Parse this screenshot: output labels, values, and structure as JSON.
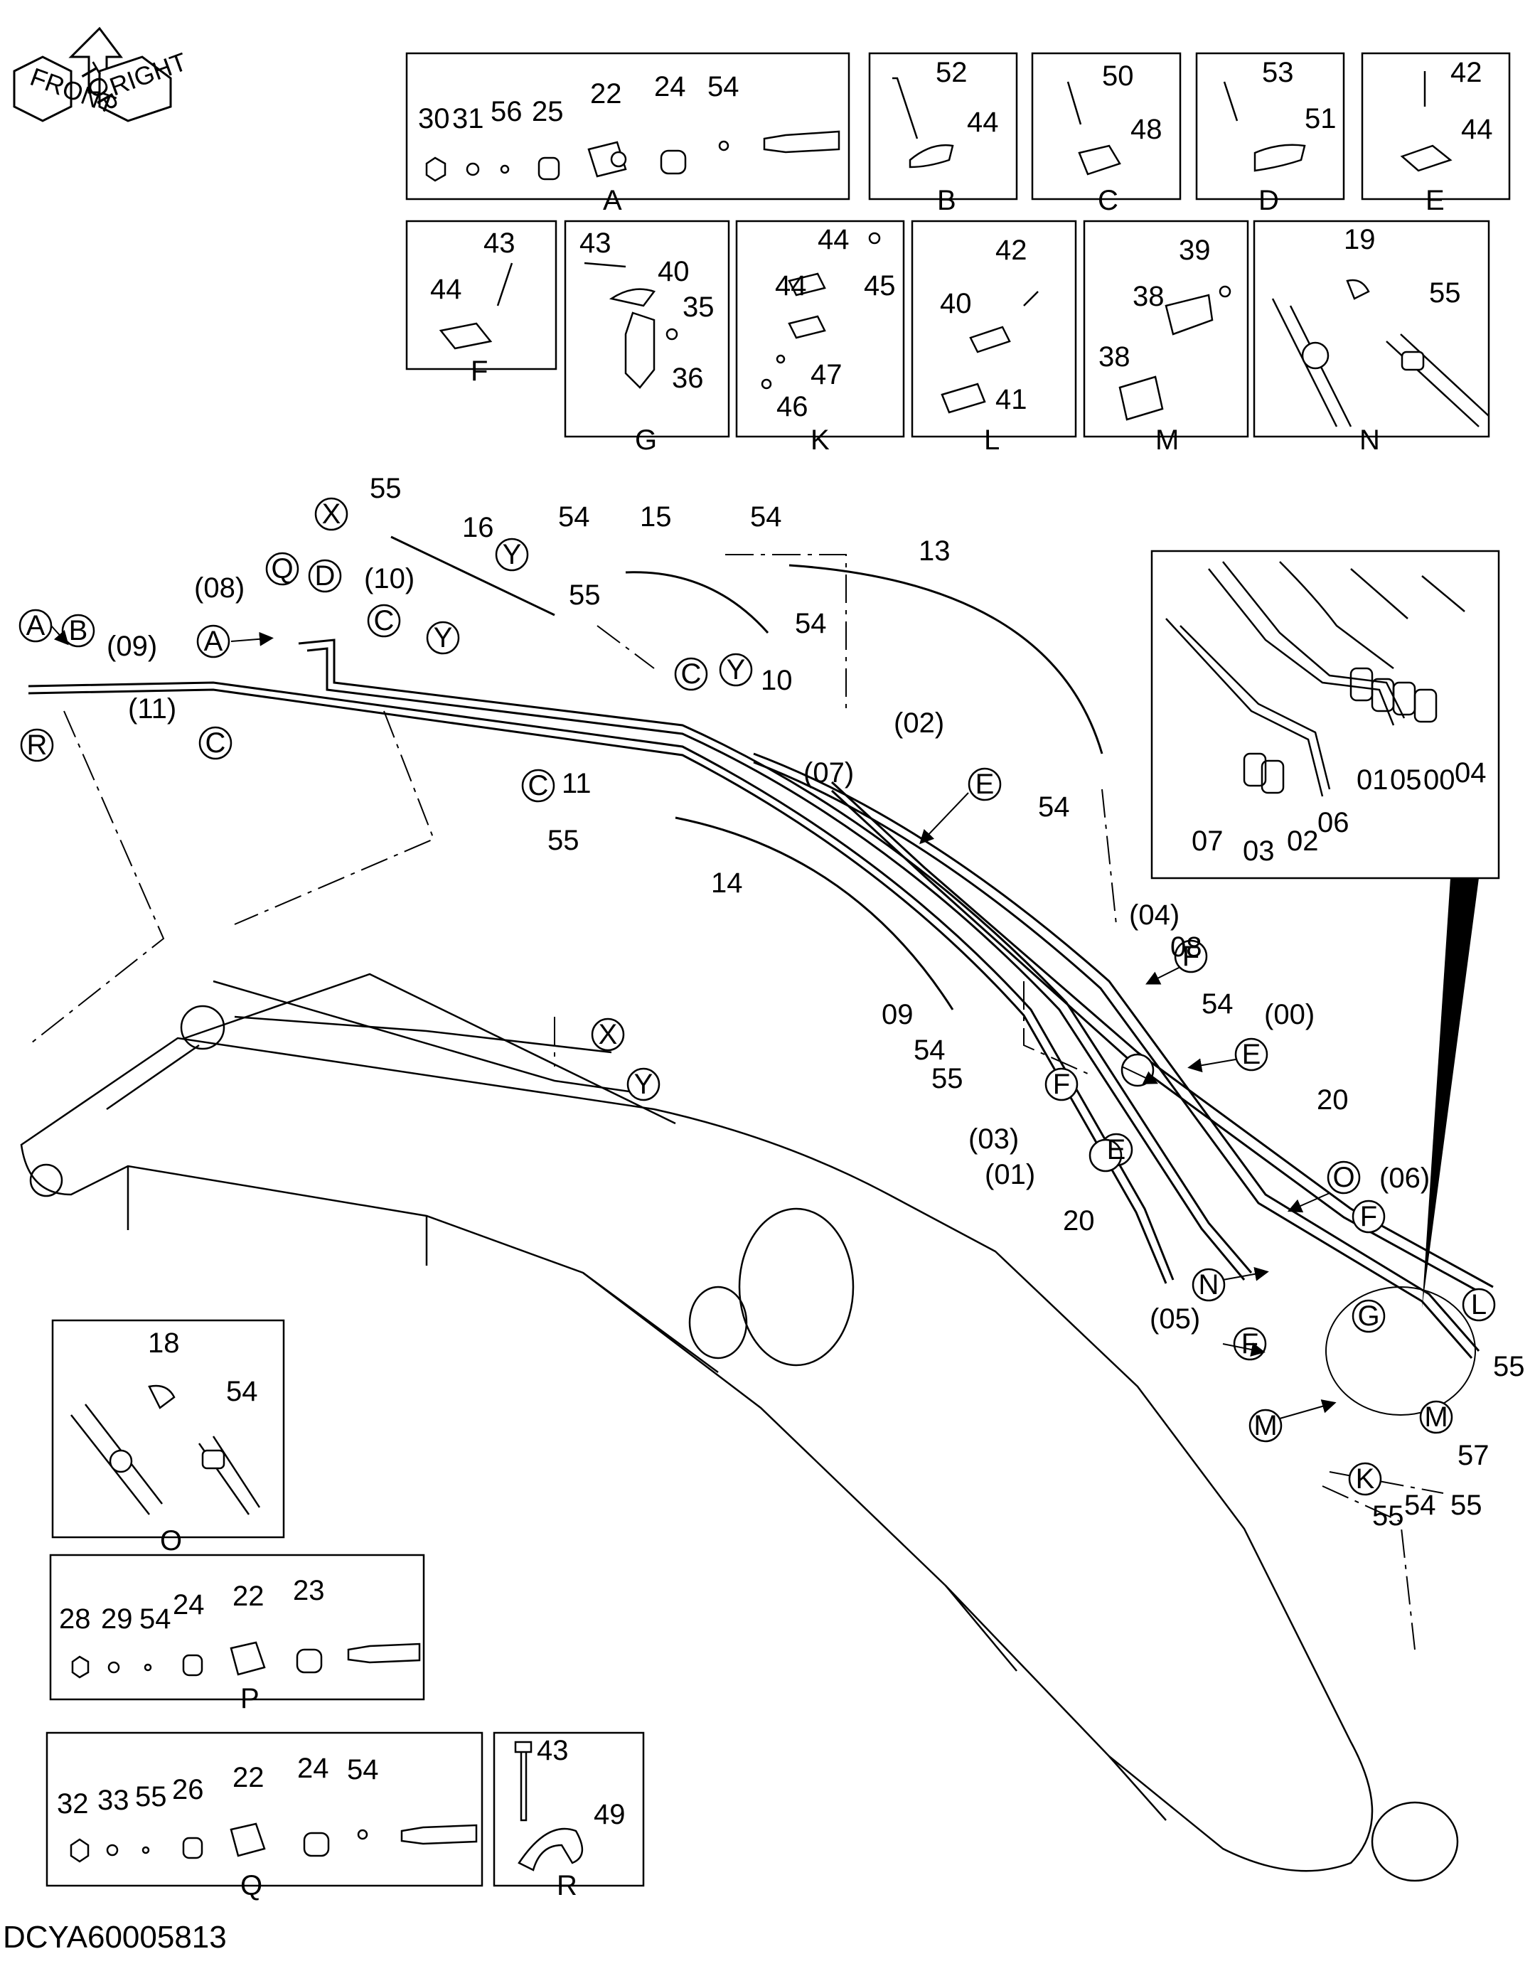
{
  "drawing_code": "DCYA60005813",
  "orientation": {
    "top": "TOP",
    "front": "FRONT",
    "right": "RIGHT"
  },
  "detail_boxes": [
    {
      "letter": "A",
      "parts": [
        "30",
        "31",
        "56",
        "25",
        "22",
        "24",
        "54"
      ]
    },
    {
      "letter": "B",
      "parts": [
        "52",
        "44"
      ]
    },
    {
      "letter": "C",
      "parts": [
        "50",
        "48"
      ]
    },
    {
      "letter": "D",
      "parts": [
        "53",
        "51"
      ]
    },
    {
      "letter": "E",
      "parts": [
        "42",
        "44"
      ]
    },
    {
      "letter": "F",
      "parts": [
        "43",
        "44"
      ]
    },
    {
      "letter": "G",
      "parts": [
        "43",
        "40",
        "35",
        "36"
      ]
    },
    {
      "letter": "K",
      "parts": [
        "44",
        "44",
        "45",
        "47",
        "46"
      ]
    },
    {
      "letter": "L",
      "parts": [
        "42",
        "40",
        "41"
      ]
    },
    {
      "letter": "M",
      "parts": [
        "39",
        "38",
        "38"
      ]
    },
    {
      "letter": "N",
      "parts": [
        "19",
        "55"
      ]
    },
    {
      "letter": "O",
      "parts": [
        "18",
        "54"
      ]
    },
    {
      "letter": "P",
      "parts": [
        "28",
        "29",
        "54",
        "24",
        "22",
        "23"
      ]
    },
    {
      "letter": "Q",
      "parts": [
        "32",
        "33",
        "55",
        "26",
        "22",
        "24",
        "54"
      ]
    },
    {
      "letter": "R",
      "parts": [
        "43",
        "49"
      ]
    }
  ],
  "inset_labels": [
    "07",
    "03",
    "02",
    "06",
    "01",
    "05",
    "00",
    "04"
  ],
  "main_labels": {
    "hoses": [
      "16",
      "15",
      "13",
      "14",
      "10",
      "11"
    ],
    "misc": [
      "55",
      "54",
      "20",
      "57",
      "08",
      "09"
    ],
    "ports": [
      "(08)",
      "(10)",
      "(09)",
      "(11)",
      "(02)",
      "(07)",
      "(04)",
      "(00)",
      "(03)",
      "(01)",
      "(06)",
      "(05)"
    ],
    "refs": [
      "A",
      "B",
      "C",
      "D",
      "E",
      "F",
      "G",
      "K",
      "L",
      "M",
      "N",
      "O",
      "P",
      "Q",
      "R",
      "X",
      "Y"
    ]
  }
}
